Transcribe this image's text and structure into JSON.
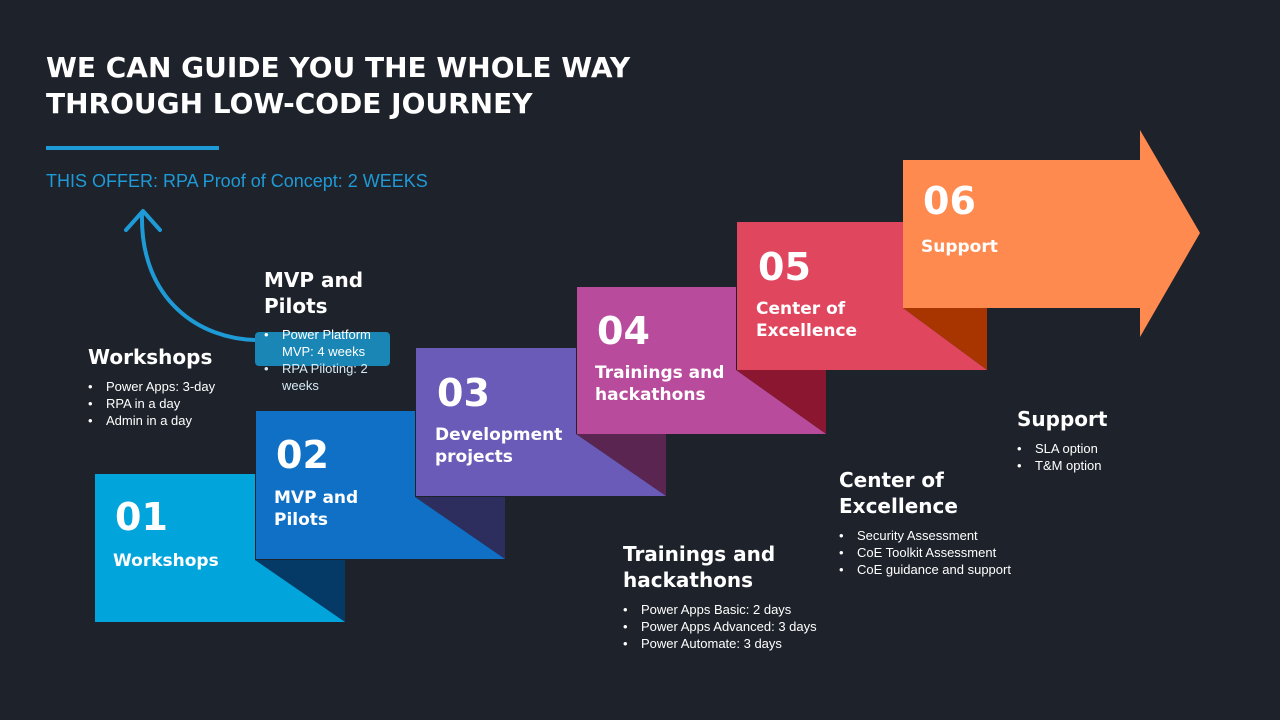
{
  "title": {
    "line1": "WE CAN GUIDE YOU THE WHOLE WAY",
    "line2": "THROUGH LOW-CODE JOURNEY"
  },
  "offer": "THIS OFFER: RPA Proof of Concept: 2 WEEKS",
  "colors": {
    "background": "#1e222a",
    "accent": "#1e9ad6",
    "step1": "#02a4dc",
    "step2": "#0f70c6",
    "step3": "#6a5bb8",
    "step4": "#b84b9b",
    "step5": "#e0475f",
    "step6": "#ff8a50"
  },
  "steps": [
    {
      "number": "01",
      "label": "Workshops"
    },
    {
      "number": "02",
      "label_line1": "MVP and",
      "label_line2": "Pilots"
    },
    {
      "number": "03",
      "label_line1": "Development",
      "label_line2": "projects"
    },
    {
      "number": "04",
      "label_line1": "Trainings and",
      "label_line2": "hackathons"
    },
    {
      "number": "05",
      "label_line1": "Center of",
      "label_line2": "Excellence"
    },
    {
      "number": "06",
      "label": "Support"
    }
  ],
  "details": {
    "workshops": {
      "title": "Workshops",
      "items": [
        "Power Apps: 3-day",
        "RPA in a day",
        "Admin in a day"
      ]
    },
    "mvp": {
      "title": "MVP and Pilots",
      "items": [
        "Power Platform MVP: 4 weeks",
        "RPA Piloting: 2 weeks"
      ]
    },
    "trainings": {
      "title_line1": "Trainings and",
      "title_line2": "hackathons",
      "items": [
        "Power Apps Basic: 2 days",
        "Power Apps Advanced: 3 days",
        "Power Automate: 3 days"
      ]
    },
    "coe": {
      "title_line1": "Center of",
      "title_line2": "Excellence",
      "items": [
        "Security Assessment",
        "CoE Toolkit Assessment",
        "CoE guidance and support"
      ]
    },
    "support": {
      "title": "Support",
      "items": [
        "SLA option",
        "T&M option"
      ]
    }
  }
}
